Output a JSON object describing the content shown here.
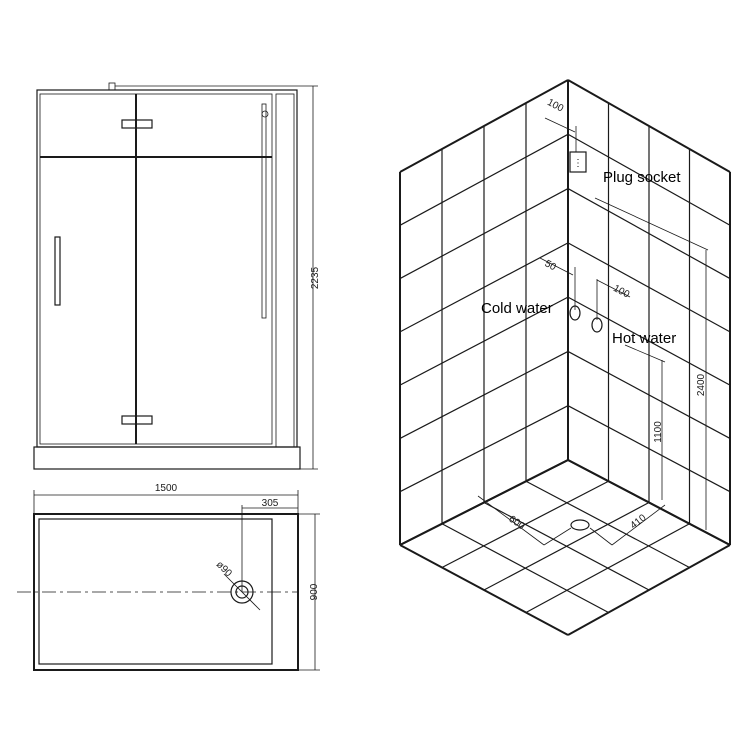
{
  "front_view": {
    "height_dim": "2235"
  },
  "plan_view": {
    "width_dim": "1500",
    "depth_dim": "900",
    "drain_offset_dim": "305",
    "drain_diameter_dim": "ø90"
  },
  "room_view": {
    "labels": {
      "plug_socket": "Plug socket",
      "cold_water": "Cold water",
      "hot_water": "Hot water"
    },
    "dims": {
      "socket_offset": "100",
      "valve_spacing": "50",
      "valve_offset": "100",
      "valve_height": "1100",
      "socket_height": "2400",
      "drain_x": "600",
      "drain_y": "410"
    }
  },
  "colors": {
    "line": "#1a1a1a",
    "background": "#ffffff"
  }
}
